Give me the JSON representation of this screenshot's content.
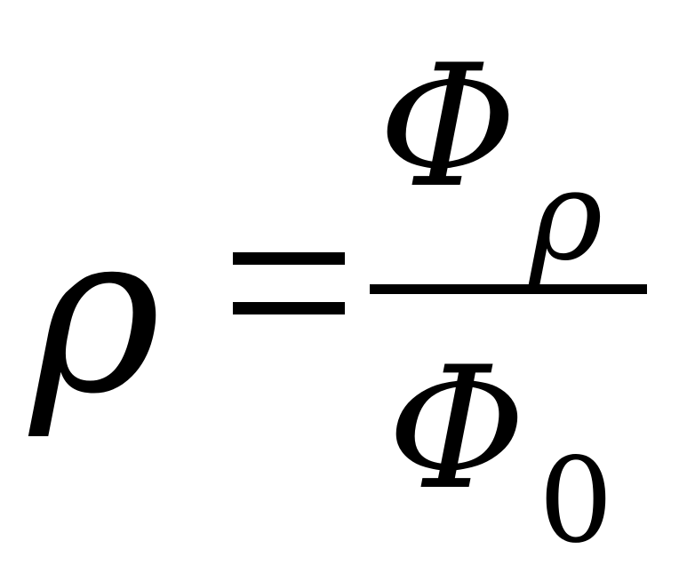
{
  "formula": {
    "lhs": "ρ",
    "numerator": {
      "symbol": "Φ",
      "subscript": "ρ"
    },
    "denominator": {
      "symbol": "Φ",
      "subscript": "0"
    }
  }
}
